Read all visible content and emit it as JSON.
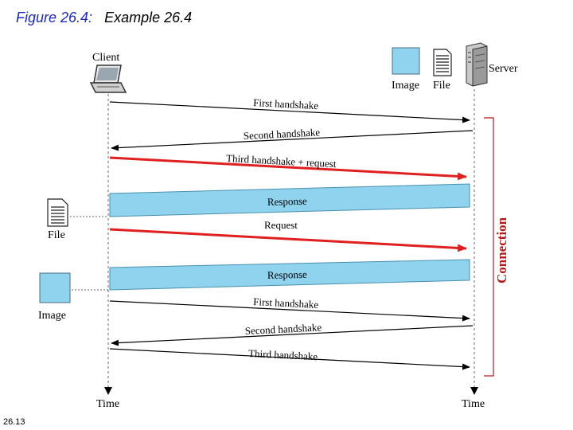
{
  "header": {
    "figure_label": "Figure 26.4:",
    "figure_title": "Example 26.4"
  },
  "footer": {
    "slide_number": "26.13"
  },
  "diagram": {
    "client_label": "Client",
    "server_label": "Server",
    "server_image_label": "Image",
    "server_file_label": "File",
    "client_file_label": "File",
    "client_image_label": "Image",
    "time_left_label": "Time",
    "time_right_label": "Time",
    "connection_label": "Connection",
    "messages": [
      "First handshake",
      "Second handshake",
      "Third handshake + request",
      "Response",
      "Request",
      "Response",
      "First handshake",
      "Second handshake",
      "Third handshake"
    ],
    "colors": {
      "request_arrow": "#e02020",
      "response_band": "#8fd3ee",
      "connection": "#b01c1c"
    }
  }
}
